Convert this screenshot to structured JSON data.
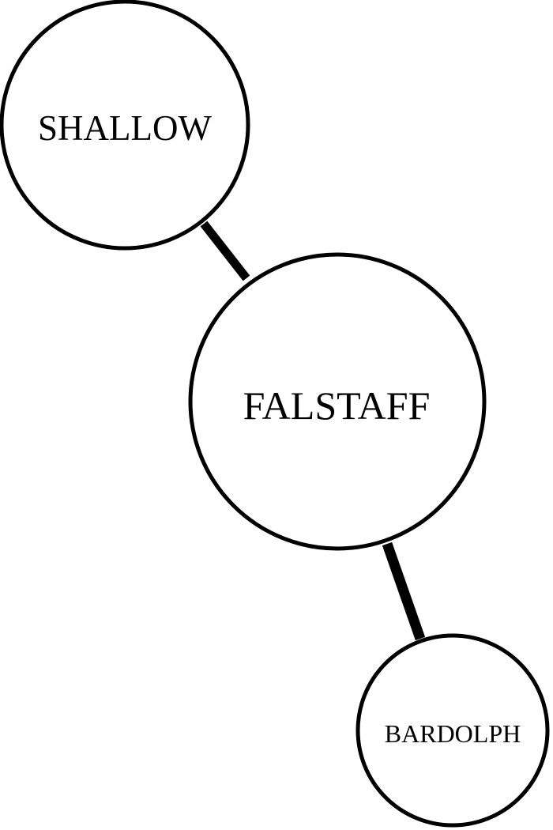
{
  "nodes": {
    "shallow": {
      "label": "SHALLOW"
    },
    "falstaff": {
      "label": "FALSTAFF"
    },
    "bardolph": {
      "label": "BARDOLPH"
    }
  },
  "edges": [
    {
      "from": "shallow",
      "to": "falstaff"
    },
    {
      "from": "falstaff",
      "to": "bardolph"
    }
  ],
  "colors": {
    "stroke": "#000000",
    "fill": "#ffffff"
  }
}
